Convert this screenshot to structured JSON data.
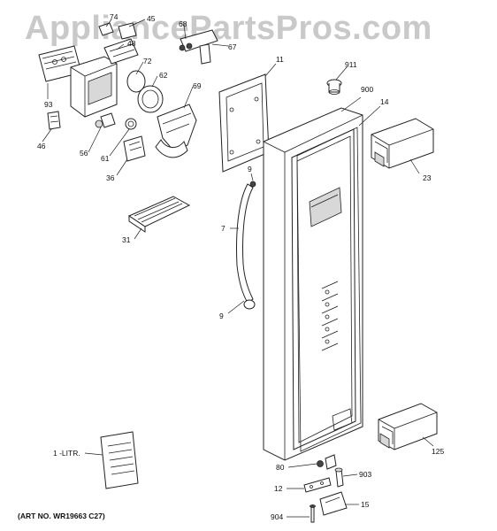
{
  "watermark": "AppliancePartsPros.com",
  "art_number": "(ART NO. WR19663 C27)",
  "callouts": {
    "p74": "74",
    "p45": "45",
    "p68": "68",
    "p48": "48",
    "p67": "67",
    "p72": "72",
    "p62": "62",
    "p69": "69",
    "p93": "93",
    "p46": "46",
    "p56": "56",
    "p61": "61",
    "p36": "36",
    "p31": "31",
    "p11": "11",
    "p911": "911",
    "p900": "900",
    "p14": "14",
    "p23": "23",
    "p9a": "9",
    "p7": "7",
    "p9b": "9",
    "p125": "125",
    "p1litr": "1 -LITR.",
    "p80": "80",
    "p903": "903",
    "p12": "12",
    "p15": "15",
    "p904": "904"
  },
  "icons": {
    "ice_maker": "ice-maker-assembly-icon",
    "door": "fresh-food-door-icon",
    "bin": "door-bin-icon",
    "manual": "literature-booklet-icon"
  }
}
